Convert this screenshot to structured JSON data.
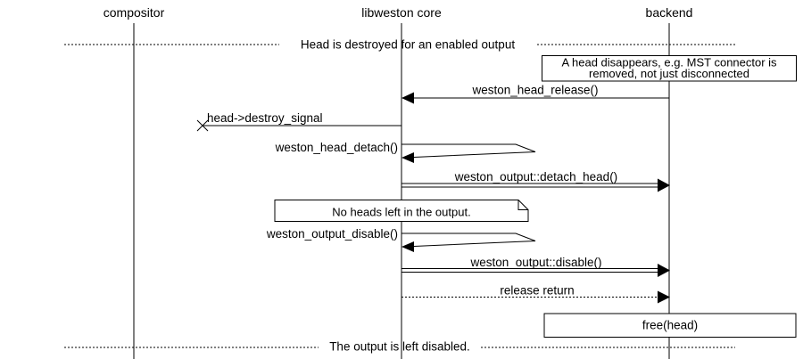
{
  "participants": {
    "compositor": "compositor",
    "core": "libweston core",
    "backend": "backend"
  },
  "dividers": {
    "top": "Head is destroyed for an enabled output",
    "bottom": "The output is left disabled."
  },
  "notes": {
    "head_disappears_line1": "A head disappears, e.g. MST connector is",
    "head_disappears_line2": "removed, not just disconnected",
    "no_heads": "No heads left in the output.",
    "free_head": "free(head)"
  },
  "messages": {
    "head_release": "weston_head_release()",
    "destroy_signal": "head->destroy_signal",
    "head_detach": "weston_head_detach()",
    "output_detach_head": "weston_output::detach_head()",
    "output_disable_call": "weston_output_disable()",
    "output_disable": "weston_output::disable()",
    "release_return": "release return"
  },
  "colors": {
    "ink": "#000000",
    "paper": "#ffffff"
  }
}
